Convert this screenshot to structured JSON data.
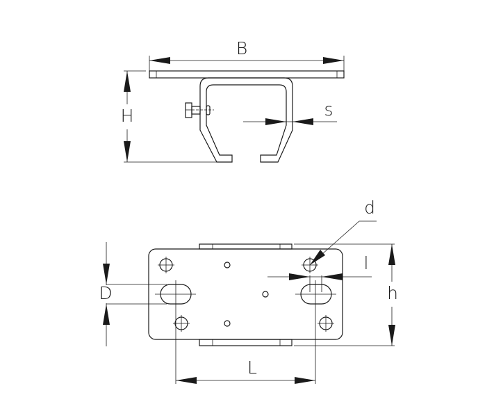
{
  "drawing": {
    "top_view": {
      "labels": {
        "width": "B",
        "height": "H",
        "thickness": "s"
      }
    },
    "plan_view": {
      "labels": {
        "hole_diameter": "d",
        "slot_offset": "l",
        "slot_width": "D",
        "plate_height": "h",
        "slot_spacing": "L"
      }
    }
  }
}
